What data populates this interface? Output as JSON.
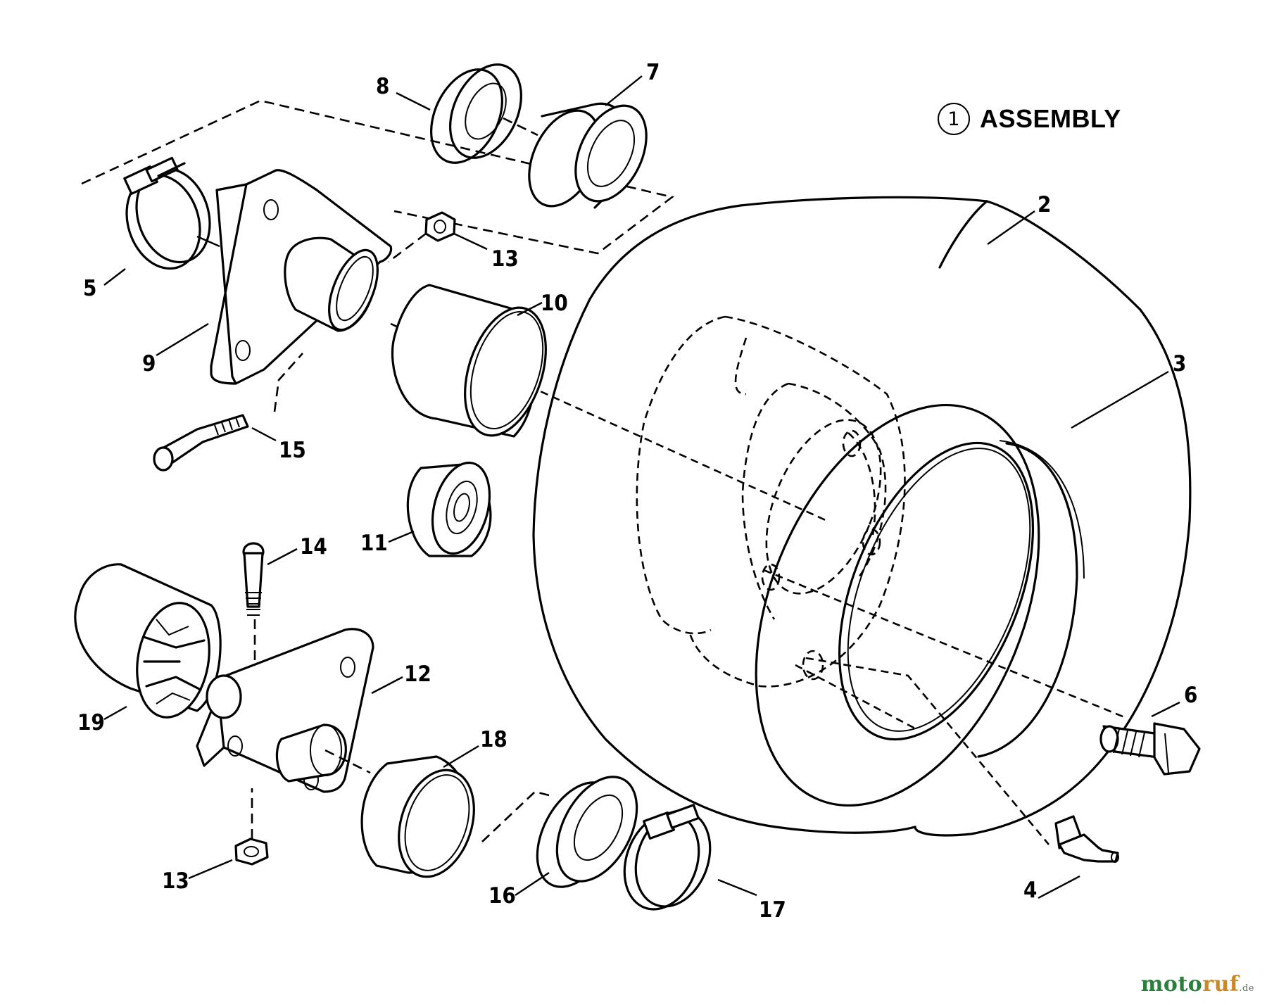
{
  "header": {
    "number": "1",
    "label": "ASSEMBLY"
  },
  "callouts": {
    "c2": "2",
    "c3": "3",
    "c4": "4",
    "c5": "5",
    "c6": "6",
    "c7": "7",
    "c8": "8",
    "c9": "9",
    "c10": "10",
    "c11": "11",
    "c12": "12",
    "c13a": "13",
    "c13b": "13",
    "c14": "14",
    "c15": "15",
    "c16": "16",
    "c17": "17",
    "c18": "18",
    "c19": "19"
  },
  "watermark": {
    "prefix": "moto",
    "suffix": "ruf",
    "tld": ".de"
  },
  "colors": {
    "line": "#000000",
    "background": "#ffffff",
    "watermark_primary": "#2a7f3c",
    "watermark_accent": "#c9882a",
    "watermark_tld": "#5b6f5f"
  }
}
